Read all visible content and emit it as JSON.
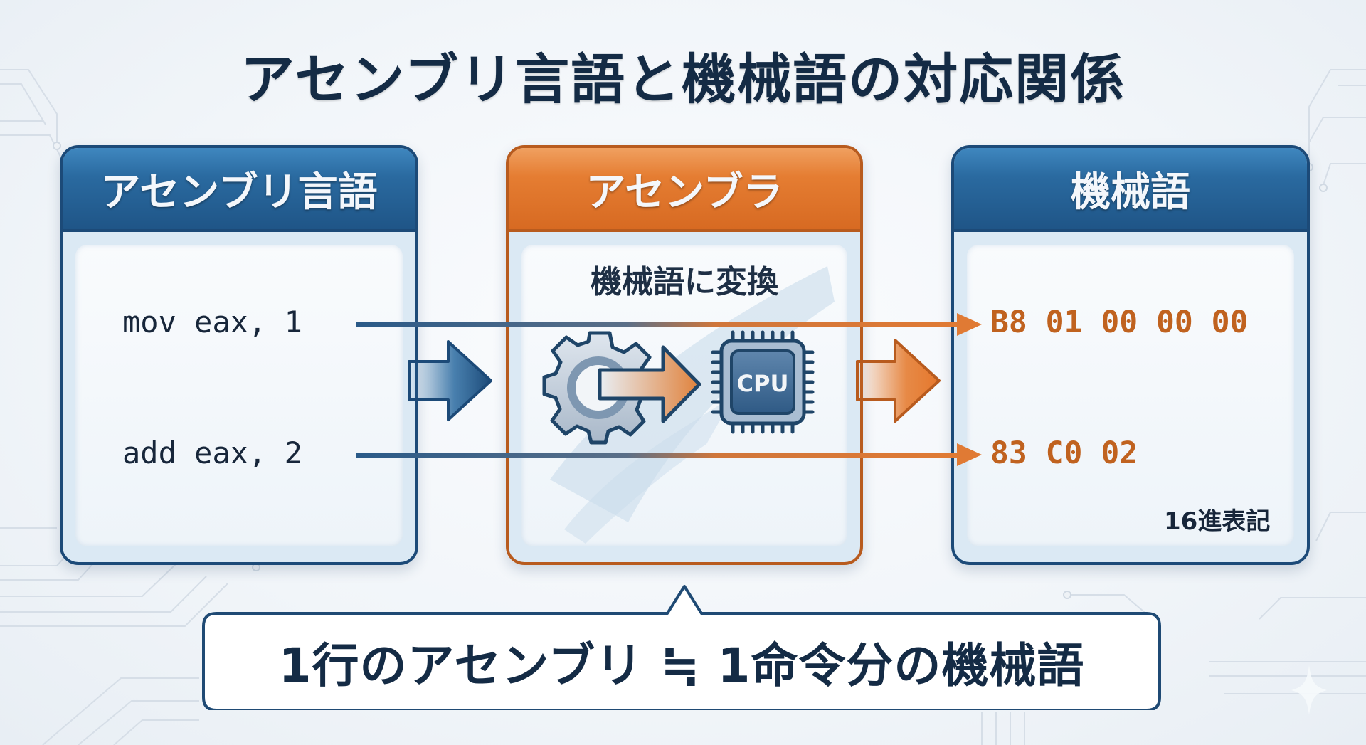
{
  "title": "アセンブリ言語と機械語の対応関係",
  "panels": {
    "assembly": {
      "header": "アセンブリ言語",
      "lines": [
        "mov eax, 1",
        "add eax, 2"
      ]
    },
    "assembler": {
      "header": "アセンブラ",
      "label": "機械語に変換",
      "chip_label": "CPU"
    },
    "machine": {
      "header": "機械語",
      "lines": [
        "B8 01 00 00 00",
        "83 C0 02"
      ],
      "note": "16進表記"
    }
  },
  "callout": {
    "text": "1行のアセンブリ ≒ 1命令分の機械語"
  },
  "icons": {
    "gear": "gear-icon",
    "cpu": "cpu-chip-icon",
    "arrow": "arrow-right-icon",
    "sparkle": "sparkle-icon"
  },
  "colors": {
    "title": "#142b45",
    "blue_header": "#2a6aa0",
    "blue_border": "#1c4a78",
    "orange_header": "#e57d32",
    "orange_border": "#b85b1e",
    "hex_text": "#c0621f",
    "code_text": "#17263a"
  }
}
